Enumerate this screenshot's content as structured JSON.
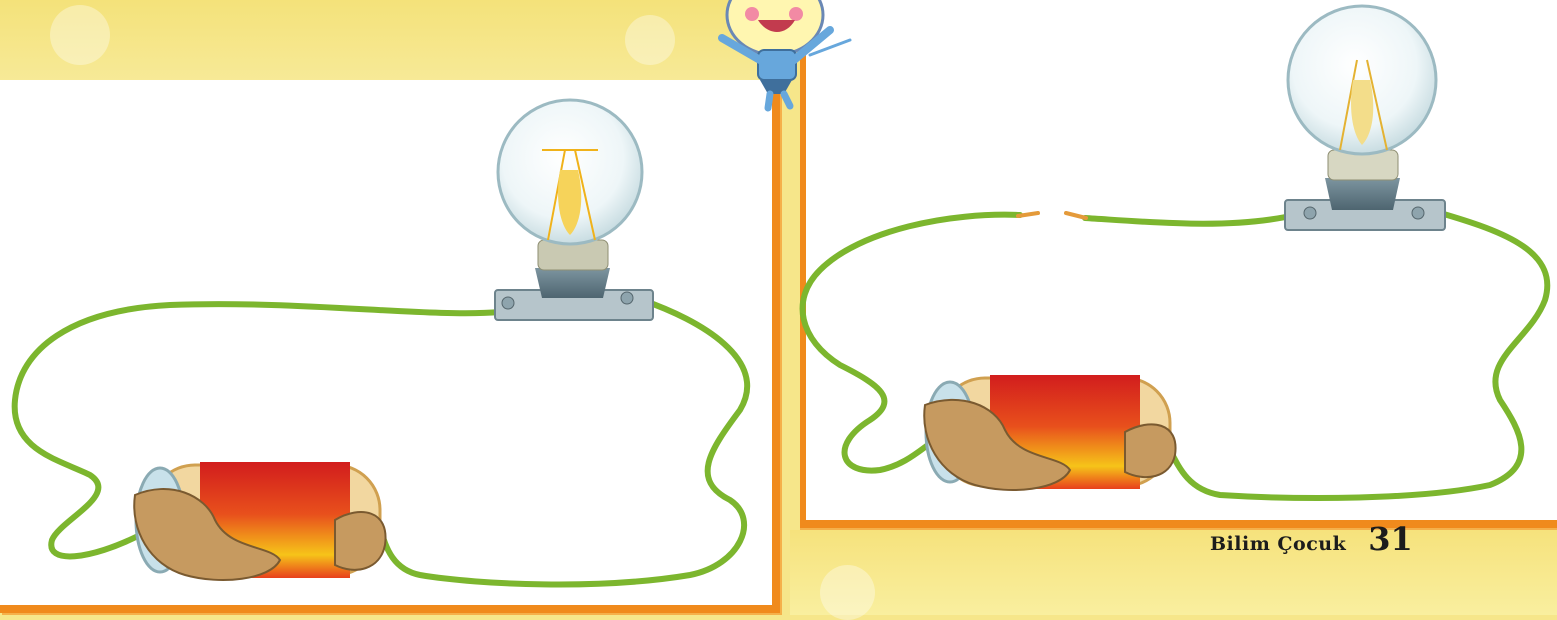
{
  "page": {
    "magazine_name": "Bilim Çocuk",
    "page_number": "31"
  },
  "colors": {
    "wire": "#7cb62e",
    "frame": "#f08a1c",
    "background": "#f6e68a",
    "panel": "#ffffff"
  },
  "illustrations": {
    "left_panel": "closed-circuit-lit-bulb",
    "right_panel": "open-circuit-unlit-bulb",
    "mascot": "happy-light-bulb-character-icon"
  }
}
